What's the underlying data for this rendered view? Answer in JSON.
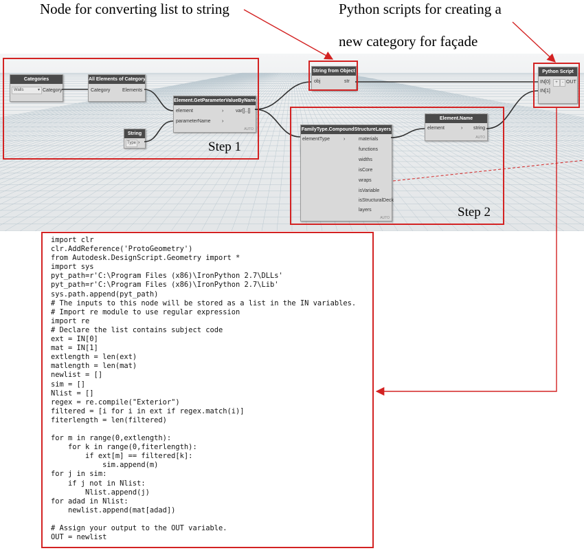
{
  "annotations": {
    "converter_label": "Node for converting list to string",
    "python_label_line1": "Python scripts for creating a",
    "python_label_line2": "new category for façade"
  },
  "steps": {
    "step1": "Step 1",
    "step2": "Step 2"
  },
  "nodes": {
    "categories": {
      "title": "Categories",
      "dropdown": "Walls",
      "output": "Category"
    },
    "all_elements": {
      "title": "All Elements of Category",
      "input": "Category",
      "output": "Elements"
    },
    "string_node": {
      "title": "String",
      "output": "Type"
    },
    "get_param": {
      "title": "Element.GetParameterValueByName",
      "inputs": [
        "element",
        "parameterName"
      ],
      "output": "var[]..[]",
      "lacing": "AUTO"
    },
    "string_from_object": {
      "title": "String from Object",
      "input": "obj",
      "output": "str"
    },
    "python_script": {
      "title": "Python Script",
      "inputs": [
        "IN[0]",
        "IN[1]"
      ],
      "output": "OUT"
    },
    "compound_layers": {
      "title": "FamilyType.CompoundStructureLayers",
      "input": "elementType",
      "outputs": [
        "materials",
        "functions",
        "widths",
        "isCore",
        "wraps",
        "isVariable",
        "isStructuralDeck",
        "layers"
      ],
      "lacing": "AUTO"
    },
    "element_name": {
      "title": "Element.Name",
      "input": "element",
      "output": "string",
      "lacing": "AUTO"
    }
  },
  "code_lines": [
    "import clr",
    "clr.AddReference('ProtoGeometry')",
    "from Autodesk.DesignScript.Geometry import *",
    "import sys",
    "pyt_path=r'C:\\Program Files (x86)\\IronPython 2.7\\DLLs'",
    "pyt_path=r'C:\\Program Files (x86)\\IronPython 2.7\\Lib'",
    "sys.path.append(pyt_path)",
    "# The inputs to this node will be stored as a list in the IN variables.",
    "# Import re module to use regular expression",
    "import re",
    "# Declare the list contains subject code",
    "ext = IN[0]",
    "mat = IN[1]",
    "extlength = len(ext)",
    "matlength = len(mat)",
    "newlist = []",
    "sim = []",
    "Nlist = []",
    "regex = re.compile(\"Exterior\")",
    "filtered = [i for i in ext if regex.match(i)]",
    "fiterlength = len(filtered)",
    "",
    "for m in range(0,extlength):",
    "    for k in range(0,fiterlength):",
    "        if ext[m] == filtered[k]:",
    "            sim.append(m)",
    "for j in sim:",
    "    if j not in Nlist:",
    "        Nlist.append(j)",
    "for adad in Nlist:",
    "    newlist.append(mat[adad])",
    "",
    "# Assign your output to the OUT variable.",
    "OUT = newlist"
  ],
  "colors": {
    "accent_red": "#d32222",
    "node_header": "#4a4a4a",
    "node_body": "#d9d9d9",
    "wire": "#2f2f2f"
  }
}
